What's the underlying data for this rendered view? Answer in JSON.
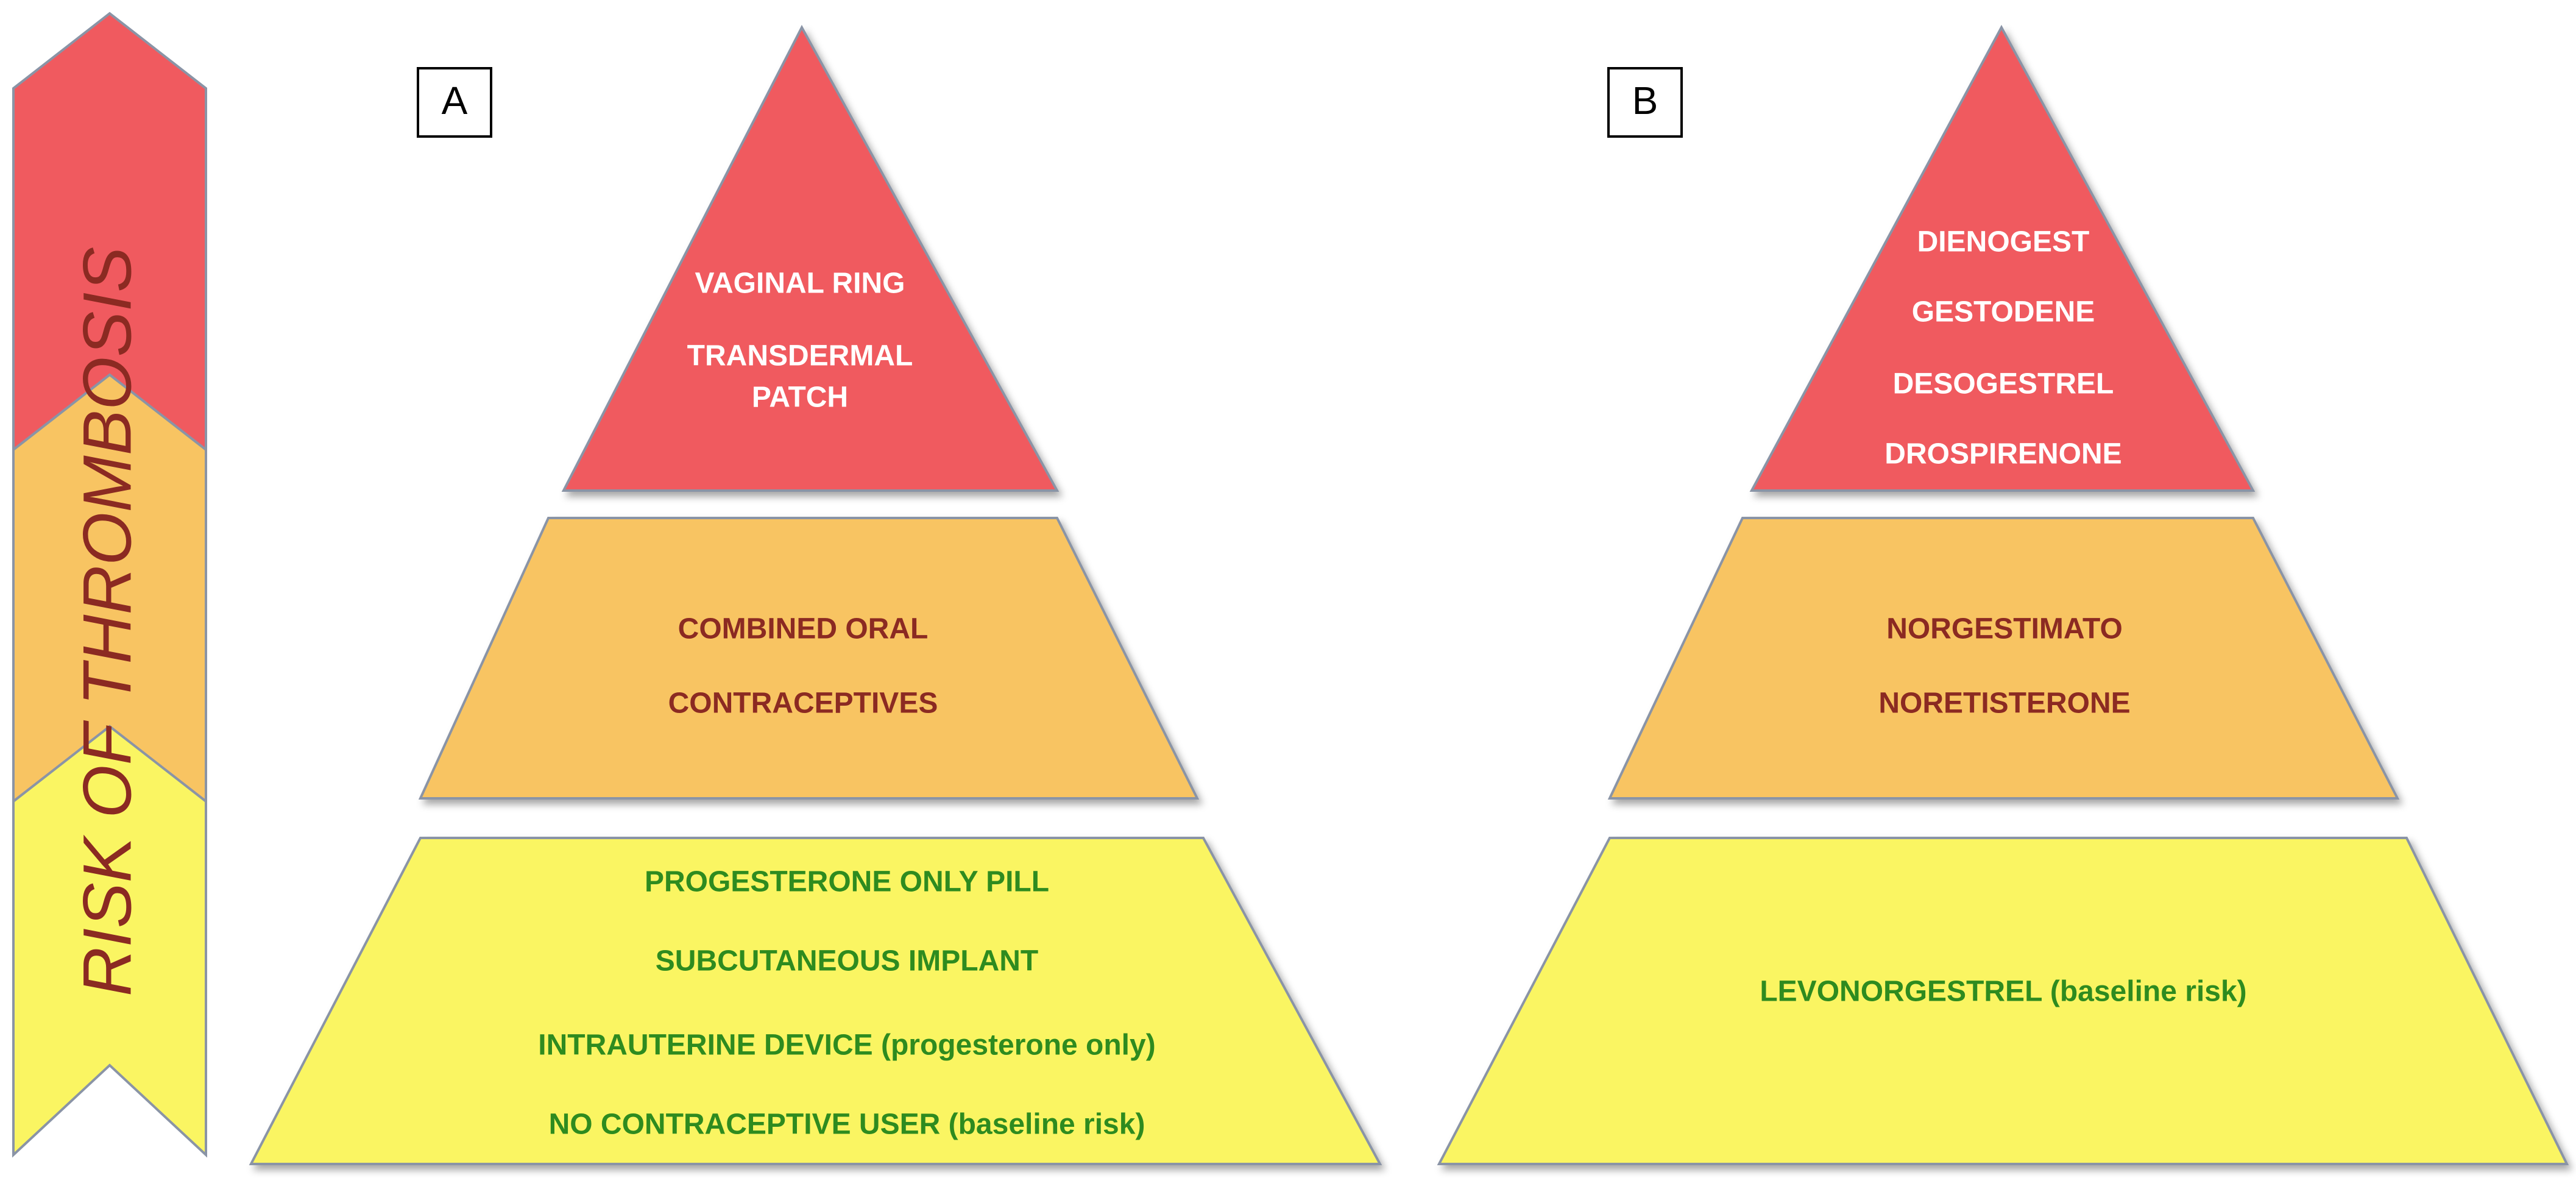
{
  "arrow": {
    "label": "RISK OF THROMBOSIS",
    "colors": {
      "top": "#F05A5F",
      "middle": "#F8C462",
      "bottom": "#FAF562",
      "text": "#8B2A22",
      "outline": "#8A94A6"
    }
  },
  "panels": [
    {
      "letter": "A",
      "tiers": [
        {
          "level": "high",
          "lines": [
            "VAGINAL RING",
            "TRANSDERMAL",
            "PATCH"
          ]
        },
        {
          "level": "medium",
          "lines": [
            "COMBINED ORAL",
            "CONTRACEPTIVES"
          ]
        },
        {
          "level": "low",
          "lines": [
            "PROGESTERONE ONLY PILL",
            "SUBCUTANEOUS IMPLANT",
            "INTRAUTERINE DEVICE (progesterone only)",
            "NO CONTRACEPTIVE USER (baseline risk)"
          ]
        }
      ]
    },
    {
      "letter": "B",
      "tiers": [
        {
          "level": "high",
          "lines": [
            "DIENOGEST",
            "GESTODENE",
            "DESOGESTREL",
            "DROSPIRENONE"
          ]
        },
        {
          "level": "medium",
          "lines": [
            "NORGESTIMATO",
            "NORETISTERONE"
          ]
        },
        {
          "level": "low",
          "lines": [
            "LEVONORGESTREL  (baseline risk)"
          ]
        }
      ]
    }
  ],
  "colors": {
    "high": {
      "fill": "#F05A5F",
      "text": "#FFFFFF"
    },
    "medium": {
      "fill": "#F8C462",
      "text": "#8B2A22"
    },
    "low": {
      "fill": "#FAF562",
      "text": "#2E8B1F"
    },
    "outline": "#8A94A6"
  }
}
